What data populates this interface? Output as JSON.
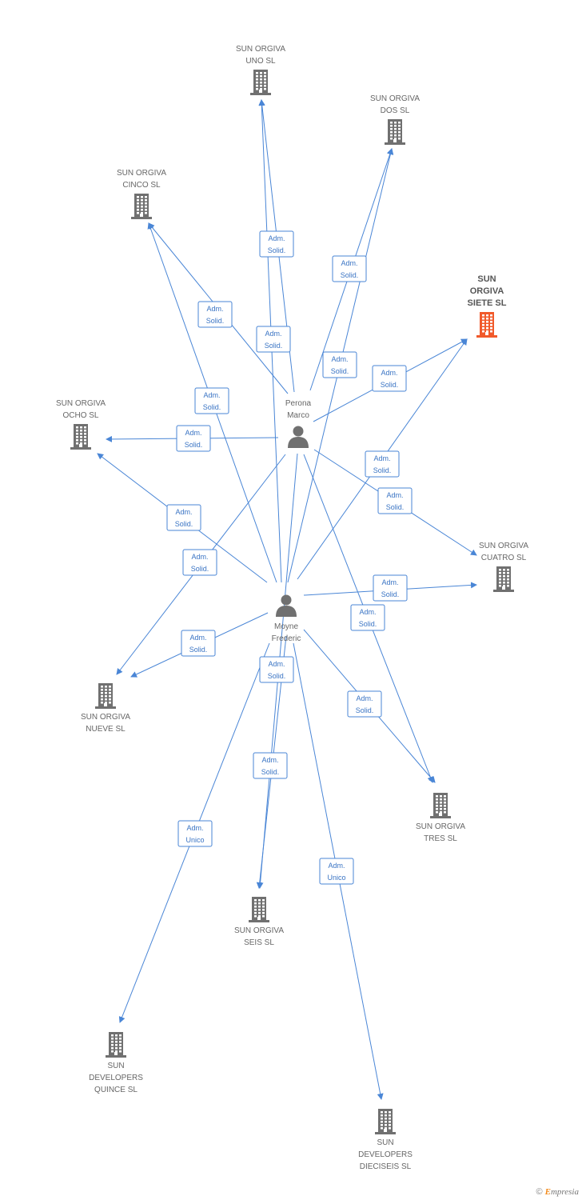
{
  "colors": {
    "company": "#707070",
    "highlight": "#f15a2b",
    "person": "#707070",
    "edge": "#4a86d6"
  },
  "persons": [
    {
      "id": "perona",
      "lines": [
        "Perona",
        "Marco"
      ]
    },
    {
      "id": "moyne",
      "lines": [
        "Moyne",
        "Frederic"
      ]
    }
  ],
  "companies": [
    {
      "id": "uno",
      "lines": [
        "SUN ORGIVA",
        "UNO SL"
      ]
    },
    {
      "id": "dos",
      "lines": [
        "SUN ORGIVA",
        "DOS SL"
      ]
    },
    {
      "id": "cinco",
      "lines": [
        "SUN ORGIVA",
        "CINCO SL"
      ]
    },
    {
      "id": "siete",
      "lines": [
        "SUN",
        "ORGIVA",
        "SIETE SL"
      ],
      "highlight": true
    },
    {
      "id": "ocho",
      "lines": [
        "SUN ORGIVA",
        "OCHO SL"
      ]
    },
    {
      "id": "cuatro",
      "lines": [
        "SUN ORGIVA",
        "CUATRO SL"
      ]
    },
    {
      "id": "nueve",
      "lines": [
        "SUN ORGIVA",
        "NUEVE SL"
      ]
    },
    {
      "id": "tres",
      "lines": [
        "SUN ORGIVA",
        "TRES SL"
      ]
    },
    {
      "id": "seis",
      "lines": [
        "SUN ORGIVA",
        "SEIS SL"
      ]
    },
    {
      "id": "quince",
      "lines": [
        "SUN",
        "DEVELOPERS",
        "QUINCE SL"
      ]
    },
    {
      "id": "dieciseis",
      "lines": [
        "SUN",
        "DEVELOPERS",
        "DIECISEIS SL"
      ]
    }
  ],
  "relations": [
    {
      "from": "perona",
      "to": "uno",
      "lines": [
        "Adm.",
        "Solid."
      ]
    },
    {
      "from": "perona",
      "to": "dos",
      "lines": [
        "Adm.",
        "Solid."
      ]
    },
    {
      "from": "perona",
      "to": "cinco",
      "lines": [
        "Adm.",
        "Solid."
      ]
    },
    {
      "from": "perona",
      "to": "siete",
      "lines": [
        "Adm.",
        "Solid."
      ]
    },
    {
      "from": "perona",
      "to": "ocho",
      "lines": [
        "Adm.",
        "Solid."
      ]
    },
    {
      "from": "perona",
      "to": "cuatro",
      "lines": [
        "Adm.",
        "Solid."
      ]
    },
    {
      "from": "perona",
      "to": "nueve",
      "lines": [
        "Adm.",
        "Solid."
      ]
    },
    {
      "from": "perona",
      "to": "tres",
      "lines": [
        "Adm.",
        "Solid."
      ]
    },
    {
      "from": "perona",
      "to": "seis",
      "lines": [
        "Adm.",
        "Solid."
      ]
    },
    {
      "from": "moyne",
      "to": "uno",
      "lines": [
        "Adm.",
        "Solid."
      ]
    },
    {
      "from": "moyne",
      "to": "dos",
      "lines": [
        "Adm.",
        "Solid."
      ]
    },
    {
      "from": "moyne",
      "to": "cinco",
      "lines": [
        "Adm.",
        "Solid."
      ]
    },
    {
      "from": "moyne",
      "to": "siete",
      "lines": [
        "Adm.",
        "Solid."
      ]
    },
    {
      "from": "moyne",
      "to": "ocho",
      "lines": [
        "Adm.",
        "Solid."
      ]
    },
    {
      "from": "moyne",
      "to": "cuatro",
      "lines": [
        "Adm.",
        "Solid."
      ]
    },
    {
      "from": "moyne",
      "to": "nueve",
      "lines": [
        "Adm.",
        "Solid."
      ]
    },
    {
      "from": "moyne",
      "to": "tres",
      "lines": [
        "Adm.",
        "Solid."
      ]
    },
    {
      "from": "moyne",
      "to": "seis",
      "lines": [
        "Adm.",
        "Solid."
      ]
    },
    {
      "from": "moyne",
      "to": "quince",
      "lines": [
        "Adm.",
        "Unico"
      ]
    },
    {
      "from": "moyne",
      "to": "dieciseis",
      "lines": [
        "Adm.",
        "Unico"
      ]
    }
  ],
  "footer": {
    "copyright_symbol": "©",
    "brand_initial": "E",
    "brand_rest": "mpresia"
  }
}
